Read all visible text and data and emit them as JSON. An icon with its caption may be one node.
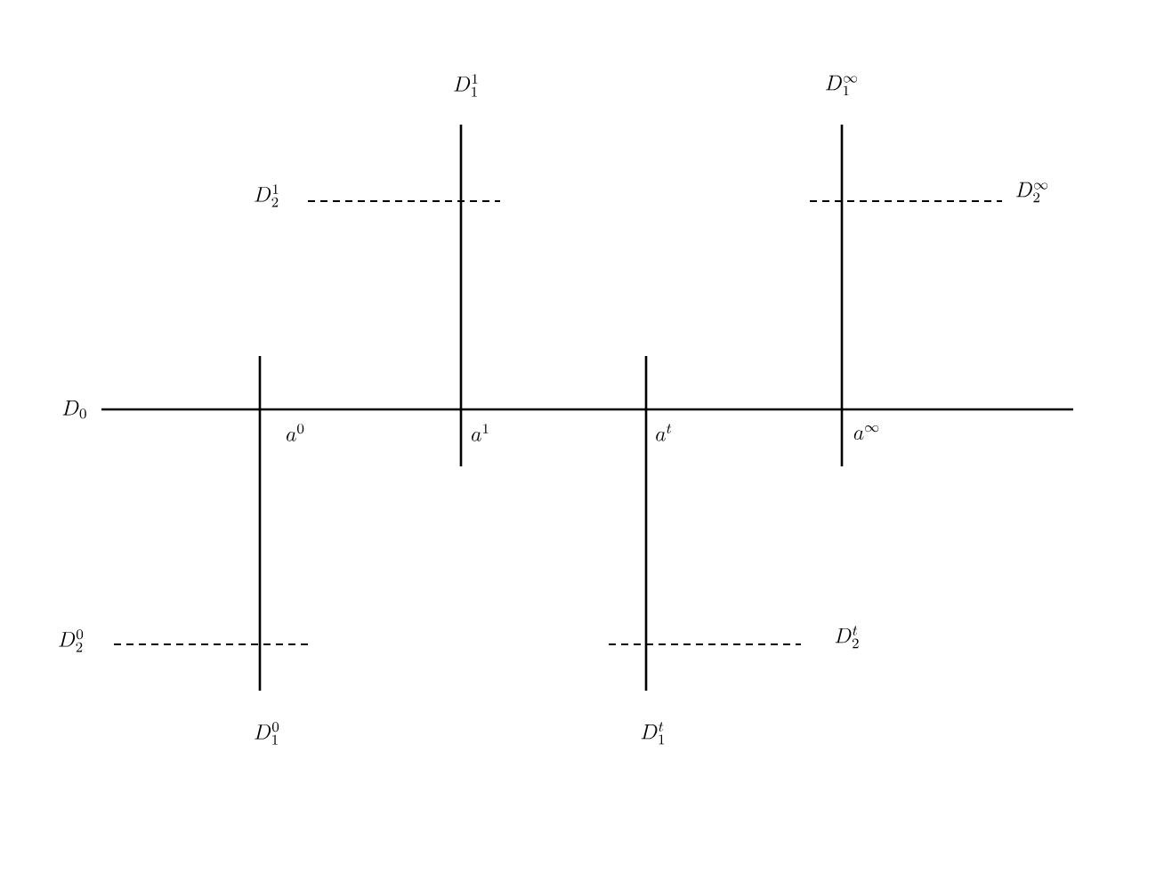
{
  "diagram": {
    "labels": [
      "D_1^1",
      "D_1^\\infty",
      "D_2^1",
      "D_2^\\infty",
      "D_0",
      "a^0",
      "a^1",
      "a^t",
      "a^\\infty",
      "D_2^0",
      "D_2^t",
      "D_1^0",
      "D_1^t"
    ]
  }
}
